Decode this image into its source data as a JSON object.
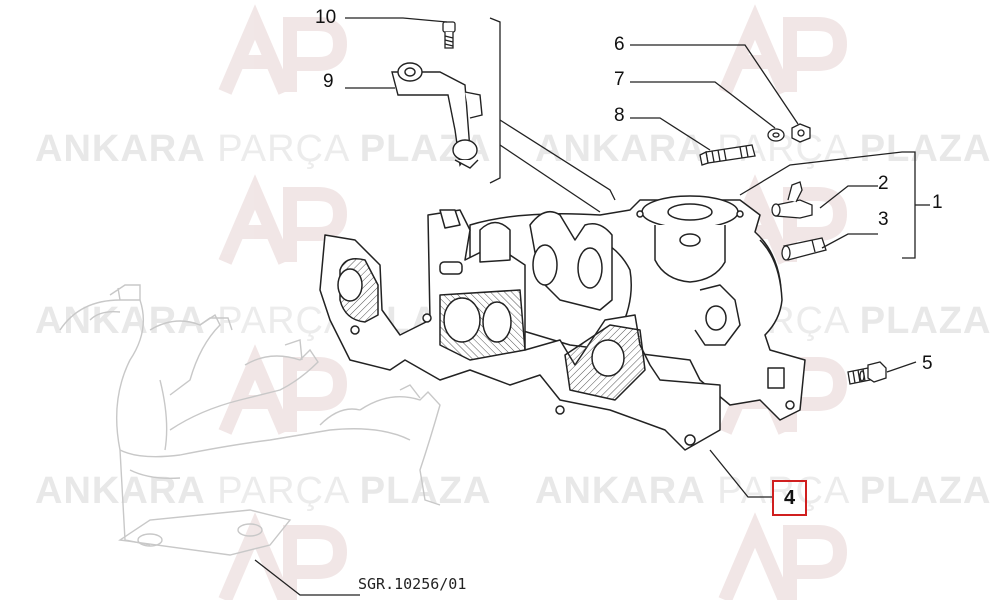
{
  "watermark": {
    "part1": "ANKARA",
    "part2": "PARÇA",
    "part3": "PLAZA",
    "logo": "AP"
  },
  "callouts": [
    {
      "id": "1",
      "label": "1",
      "highlighted": false
    },
    {
      "id": "2",
      "label": "2",
      "highlighted": false
    },
    {
      "id": "3",
      "label": "3",
      "highlighted": false
    },
    {
      "id": "4",
      "label": "4",
      "highlighted": true
    },
    {
      "id": "5",
      "label": "5",
      "highlighted": false
    },
    {
      "id": "6",
      "label": "6",
      "highlighted": false
    },
    {
      "id": "7",
      "label": "7",
      "highlighted": false
    },
    {
      "id": "8",
      "label": "8",
      "highlighted": false
    },
    {
      "id": "9",
      "label": "9",
      "highlighted": false
    },
    {
      "id": "10",
      "label": "10",
      "highlighted": false
    }
  ],
  "drawing_ref": "SGR.10256/01",
  "colors": {
    "highlight": "#d01f1f",
    "line": "#222222",
    "watermark": "#ececec",
    "ghost": "#c8c8c8"
  }
}
